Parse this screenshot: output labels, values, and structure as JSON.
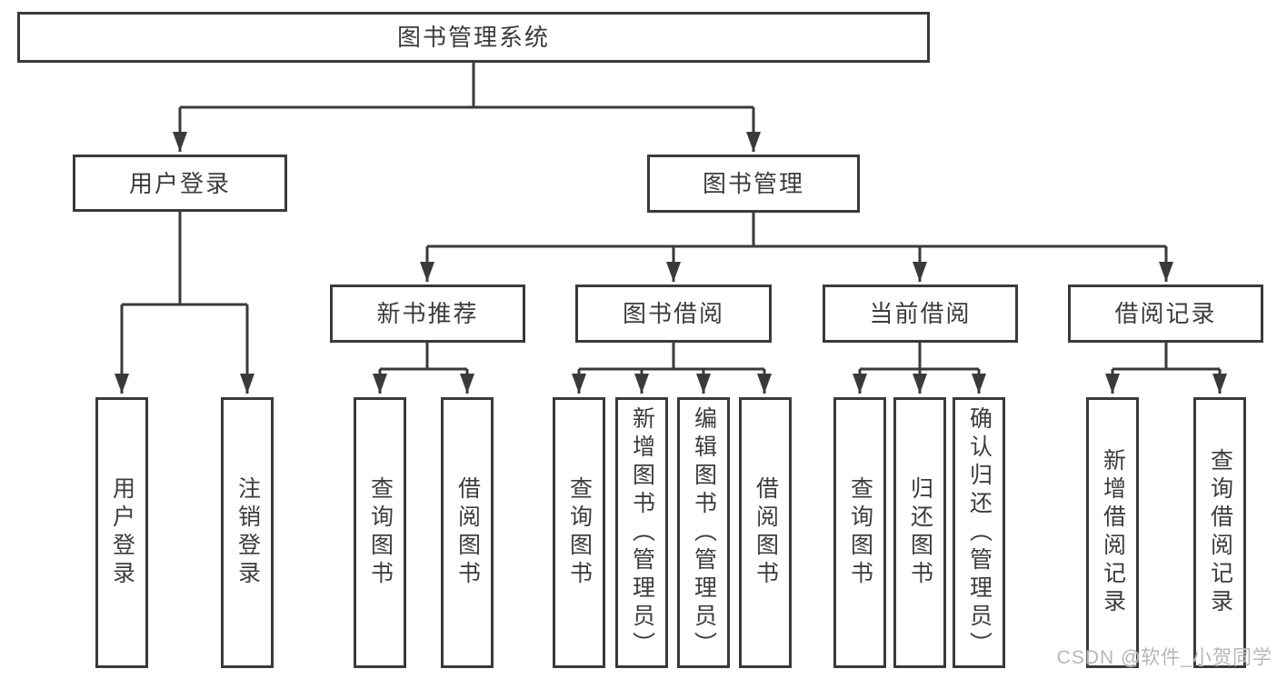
{
  "root": {
    "label": "图书管理系统"
  },
  "level2": [
    {
      "id": "user-login",
      "label": "用户登录",
      "parent": "图书管理系统"
    },
    {
      "id": "book-management",
      "label": "图书管理",
      "parent": "图书管理系统"
    }
  ],
  "level3": [
    {
      "id": "new-book-recommend",
      "label": "新书推荐",
      "parent": "图书管理"
    },
    {
      "id": "book-borrow",
      "label": "图书借阅",
      "parent": "图书管理"
    },
    {
      "id": "current-borrow",
      "label": "当前借阅",
      "parent": "图书管理"
    },
    {
      "id": "borrow-records",
      "label": "借阅记录",
      "parent": "图书管理"
    }
  ],
  "leaves": [
    {
      "id": "leaf-user-login",
      "label": "用户登录",
      "parent": "用户登录"
    },
    {
      "id": "leaf-logout",
      "label": "注销登录",
      "parent": "用户登录"
    },
    {
      "id": "leaf-query-books-recommend",
      "label": "查询图书",
      "parent": "新书推荐"
    },
    {
      "id": "leaf-borrow-books-recommend",
      "label": "借阅图书",
      "parent": "新书推荐"
    },
    {
      "id": "leaf-query-books-borrow",
      "label": "查询图书",
      "parent": "图书借阅"
    },
    {
      "id": "leaf-add-book-admin",
      "label": "新增图书（管理员）",
      "parent": "图书借阅"
    },
    {
      "id": "leaf-edit-book-admin",
      "label": "编辑图书（管理员）",
      "parent": "图书借阅"
    },
    {
      "id": "leaf-borrow-books",
      "label": "借阅图书",
      "parent": "图书借阅"
    },
    {
      "id": "leaf-query-books-current",
      "label": "查询图书",
      "parent": "当前借阅"
    },
    {
      "id": "leaf-return-books",
      "label": "归还图书",
      "parent": "当前借阅"
    },
    {
      "id": "leaf-confirm-return-admin",
      "label": "确认归还（管理员）",
      "parent": "当前借阅"
    },
    {
      "id": "leaf-add-borrow-record",
      "label": "新增借阅记录",
      "parent": "借阅记录"
    },
    {
      "id": "leaf-query-borrow-record",
      "label": "查询借阅记录",
      "parent": "借阅记录"
    }
  ],
  "watermark": "CSDN @软件_小贺同学",
  "colors": {
    "line": "#3a3a3a",
    "box_border": "#3a3a3a",
    "box_background": "#ffffff",
    "text": "#3c3c3c",
    "watermark": "#b2b2b7",
    "page_background": "#ffffff"
  }
}
